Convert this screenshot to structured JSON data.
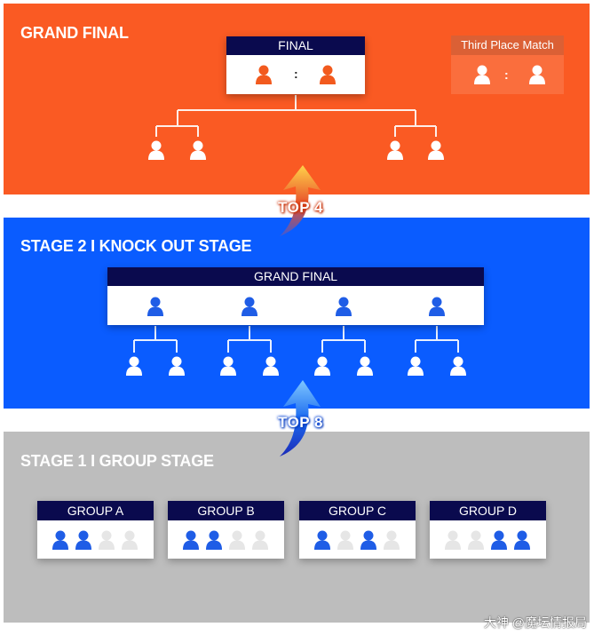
{
  "colors": {
    "final_panel": "#fa5a23",
    "knock_panel": "#0a5cff",
    "group_panel": "#bdbdbd",
    "card_header": "#0a0a4e",
    "person_orange": "#f25a1e",
    "person_blue": "#1f5de6",
    "person_white": "#ffffff",
    "person_grey": "#e6e6e6"
  },
  "final_stage": {
    "title": "GRAND FINAL",
    "final_card": {
      "header": "FINAL",
      "separator": ":"
    },
    "third_place": {
      "header": "Third Place Match",
      "separator": ":"
    }
  },
  "arrow_top4": {
    "label": "TOP 4"
  },
  "knockout_stage": {
    "title": "STAGE 2 I KNOCK OUT STAGE",
    "card_header": "GRAND FINAL"
  },
  "arrow_top8": {
    "label": "TOP 8"
  },
  "group_stage": {
    "title": "STAGE 1 I GROUP STAGE",
    "groups": [
      {
        "name": "GROUP A",
        "qualified": [
          true,
          true,
          false,
          false
        ]
      },
      {
        "name": "GROUP B",
        "qualified": [
          true,
          true,
          false,
          false
        ]
      },
      {
        "name": "GROUP C",
        "qualified": [
          true,
          false,
          true,
          false
        ]
      },
      {
        "name": "GROUP D",
        "qualified": [
          false,
          false,
          true,
          true
        ]
      }
    ]
  },
  "watermark": "大神 @魔坛情报局"
}
